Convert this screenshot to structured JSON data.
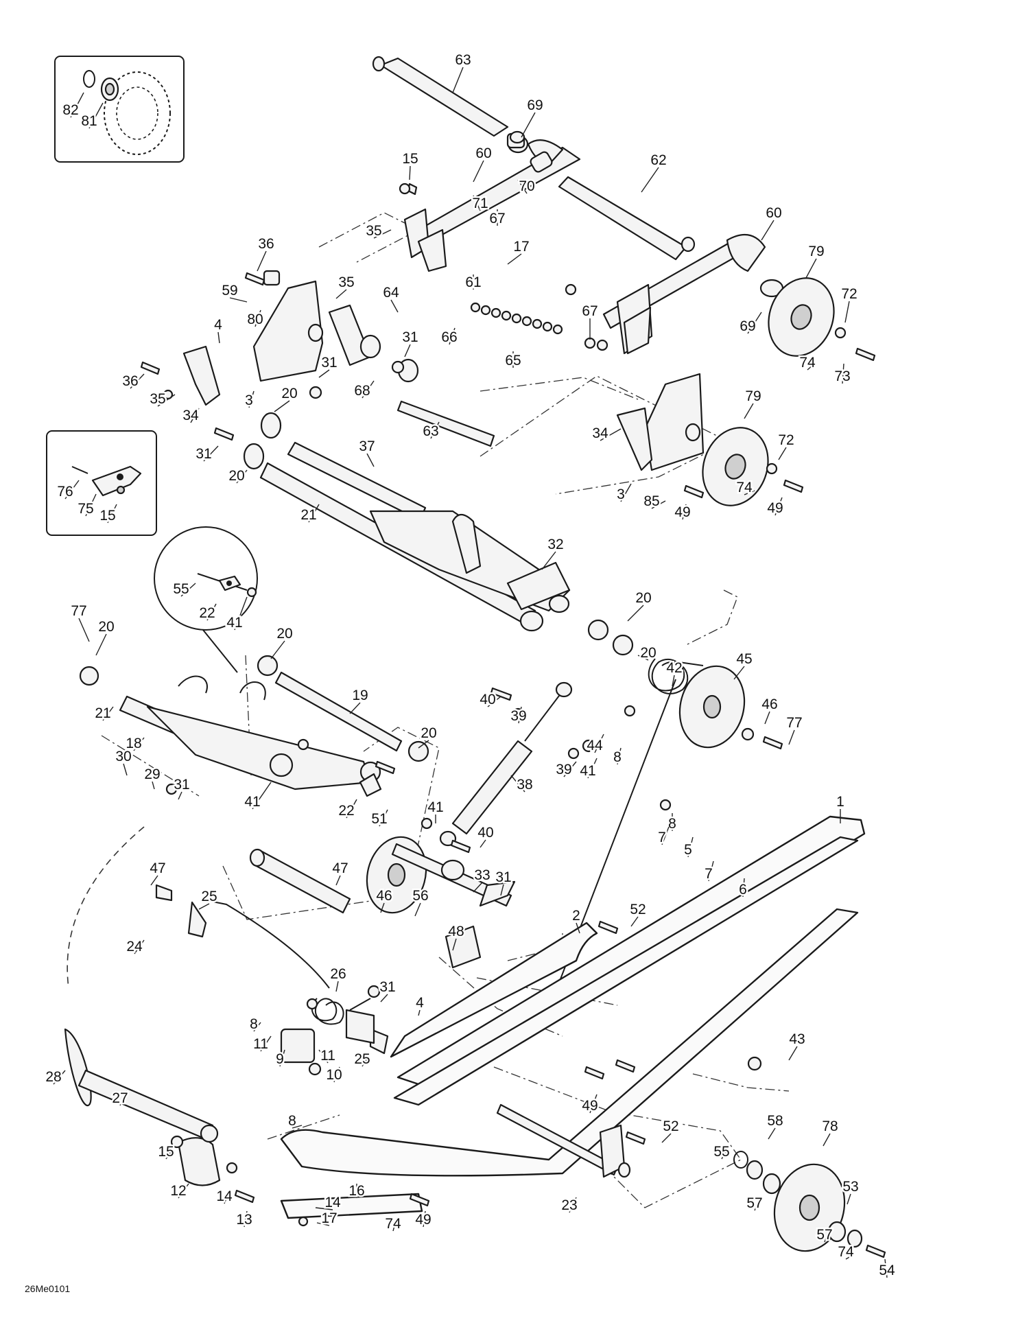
{
  "figure_code": "26Me0101",
  "colors": {
    "line": "#1a1a1a",
    "fill": "#f4f4f4",
    "background": "#ffffff"
  },
  "callouts": [
    {
      "id": "63a",
      "label": "63"
    },
    {
      "id": "69a",
      "label": "69"
    },
    {
      "id": "60a",
      "label": "60"
    },
    {
      "id": "62",
      "label": "62"
    },
    {
      "id": "60b",
      "label": "60"
    },
    {
      "id": "15a",
      "label": "15"
    },
    {
      "id": "71",
      "label": "71"
    },
    {
      "id": "67a",
      "label": "67"
    },
    {
      "id": "70",
      "label": "70"
    },
    {
      "id": "35a",
      "label": "35"
    },
    {
      "id": "17a",
      "label": "17"
    },
    {
      "id": "61",
      "label": "61"
    },
    {
      "id": "36a",
      "label": "36"
    },
    {
      "id": "35b",
      "label": "35"
    },
    {
      "id": "64",
      "label": "64"
    },
    {
      "id": "59",
      "label": "59"
    },
    {
      "id": "80",
      "label": "80"
    },
    {
      "id": "79a",
      "label": "79"
    },
    {
      "id": "72a",
      "label": "72"
    },
    {
      "id": "67b",
      "label": "67"
    },
    {
      "id": "69b",
      "label": "69"
    },
    {
      "id": "4a",
      "label": "4"
    },
    {
      "id": "31a",
      "label": "31"
    },
    {
      "id": "66",
      "label": "66"
    },
    {
      "id": "65",
      "label": "65"
    },
    {
      "id": "31b",
      "label": "31"
    },
    {
      "id": "36b",
      "label": "36"
    },
    {
      "id": "74a",
      "label": "74"
    },
    {
      "id": "73",
      "label": "73"
    },
    {
      "id": "35c",
      "label": "35"
    },
    {
      "id": "34a",
      "label": "34"
    },
    {
      "id": "3a",
      "label": "3"
    },
    {
      "id": "68",
      "label": "68"
    },
    {
      "id": "20a",
      "label": "20"
    },
    {
      "id": "63b",
      "label": "63"
    },
    {
      "id": "79b",
      "label": "79"
    },
    {
      "id": "34b",
      "label": "34"
    },
    {
      "id": "31c",
      "label": "31"
    },
    {
      "id": "37",
      "label": "37"
    },
    {
      "id": "72b",
      "label": "72"
    },
    {
      "id": "20b",
      "label": "20"
    },
    {
      "id": "3b",
      "label": "3"
    },
    {
      "id": "85",
      "label": "85"
    },
    {
      "id": "74b",
      "label": "74"
    },
    {
      "id": "49a",
      "label": "49"
    },
    {
      "id": "49b",
      "label": "49"
    },
    {
      "id": "21a",
      "label": "21"
    },
    {
      "id": "32",
      "label": "32"
    },
    {
      "id": "55a",
      "label": "55"
    },
    {
      "id": "22a",
      "label": "22"
    },
    {
      "id": "41a",
      "label": "41"
    },
    {
      "id": "20c",
      "label": "20"
    },
    {
      "id": "77a",
      "label": "77"
    },
    {
      "id": "20d",
      "label": "20"
    },
    {
      "id": "20e",
      "label": "20"
    },
    {
      "id": "20f",
      "label": "20"
    },
    {
      "id": "42",
      "label": "42"
    },
    {
      "id": "45",
      "label": "45"
    },
    {
      "id": "40a",
      "label": "40"
    },
    {
      "id": "39a",
      "label": "39"
    },
    {
      "id": "19",
      "label": "19"
    },
    {
      "id": "21b",
      "label": "21"
    },
    {
      "id": "18",
      "label": "18"
    },
    {
      "id": "46a",
      "label": "46"
    },
    {
      "id": "77b",
      "label": "77"
    },
    {
      "id": "44",
      "label": "44"
    },
    {
      "id": "8a",
      "label": "8"
    },
    {
      "id": "20g",
      "label": "20"
    },
    {
      "id": "39b",
      "label": "39"
    },
    {
      "id": "41b",
      "label": "41"
    },
    {
      "id": "30",
      "label": "30"
    },
    {
      "id": "29",
      "label": "29"
    },
    {
      "id": "31d",
      "label": "31"
    },
    {
      "id": "41c",
      "label": "41"
    },
    {
      "id": "38",
      "label": "38"
    },
    {
      "id": "22b",
      "label": "22"
    },
    {
      "id": "51",
      "label": "51"
    },
    {
      "id": "41d",
      "label": "41"
    },
    {
      "id": "1",
      "label": "1"
    },
    {
      "id": "8b",
      "label": "8"
    },
    {
      "id": "7a",
      "label": "7"
    },
    {
      "id": "40b",
      "label": "40"
    },
    {
      "id": "5",
      "label": "5"
    },
    {
      "id": "7b",
      "label": "7"
    },
    {
      "id": "6",
      "label": "6"
    },
    {
      "id": "47a",
      "label": "47"
    },
    {
      "id": "47b",
      "label": "47"
    },
    {
      "id": "33",
      "label": "33"
    },
    {
      "id": "31e",
      "label": "31"
    },
    {
      "id": "25a",
      "label": "25"
    },
    {
      "id": "46b",
      "label": "46"
    },
    {
      "id": "56",
      "label": "56"
    },
    {
      "id": "24",
      "label": "24"
    },
    {
      "id": "52a",
      "label": "52"
    },
    {
      "id": "2",
      "label": "2"
    },
    {
      "id": "48",
      "label": "48"
    },
    {
      "id": "26",
      "label": "26"
    },
    {
      "id": "31f",
      "label": "31"
    },
    {
      "id": "4b",
      "label": "4"
    },
    {
      "id": "43",
      "label": "43"
    },
    {
      "id": "8c",
      "label": "8"
    },
    {
      "id": "11a",
      "label": "11"
    },
    {
      "id": "9",
      "label": "9"
    },
    {
      "id": "11b",
      "label": "11"
    },
    {
      "id": "25b",
      "label": "25"
    },
    {
      "id": "10",
      "label": "10"
    },
    {
      "id": "28",
      "label": "28"
    },
    {
      "id": "27",
      "label": "27"
    },
    {
      "id": "8d",
      "label": "8"
    },
    {
      "id": "49c",
      "label": "49"
    },
    {
      "id": "52b",
      "label": "52"
    },
    {
      "id": "58",
      "label": "58"
    },
    {
      "id": "78",
      "label": "78"
    },
    {
      "id": "55b",
      "label": "55"
    },
    {
      "id": "15b",
      "label": "15"
    },
    {
      "id": "53",
      "label": "53"
    },
    {
      "id": "12",
      "label": "12"
    },
    {
      "id": "14a",
      "label": "14"
    },
    {
      "id": "14b",
      "label": "14"
    },
    {
      "id": "16",
      "label": "16"
    },
    {
      "id": "23",
      "label": "23"
    },
    {
      "id": "57a",
      "label": "57"
    },
    {
      "id": "57b",
      "label": "57"
    },
    {
      "id": "13",
      "label": "13"
    },
    {
      "id": "17b",
      "label": "17"
    },
    {
      "id": "74c",
      "label": "74"
    },
    {
      "id": "49d",
      "label": "49"
    },
    {
      "id": "74d",
      "label": "74"
    },
    {
      "id": "54",
      "label": "54"
    },
    {
      "id": "82",
      "label": "82"
    },
    {
      "id": "81",
      "label": "81"
    },
    {
      "id": "76",
      "label": "76"
    },
    {
      "id": "75",
      "label": "75"
    },
    {
      "id": "15c",
      "label": "15"
    }
  ]
}
